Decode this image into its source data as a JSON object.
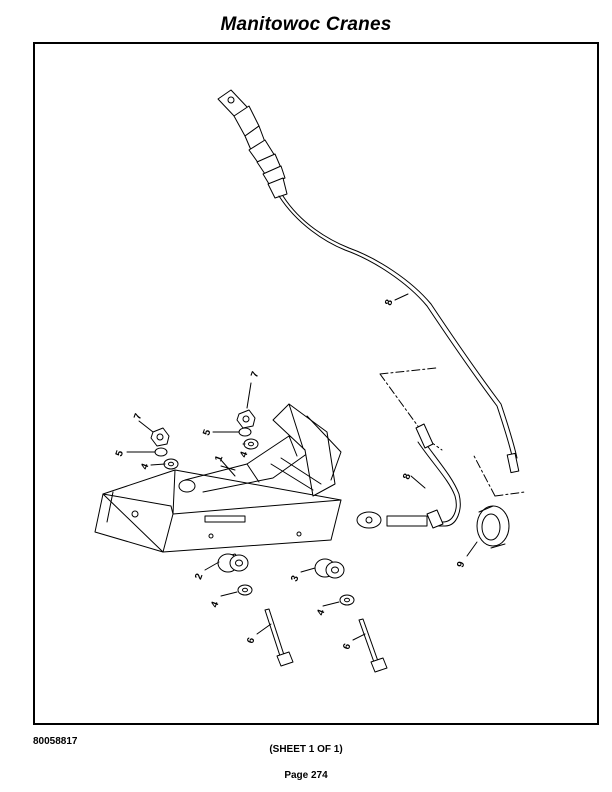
{
  "header": {
    "title": "Manitowoc Cranes"
  },
  "footer": {
    "doc_number": "80058817",
    "sheet": "(SHEET 1 OF 1)",
    "page": "Page 274"
  },
  "callouts": {
    "c1": "1",
    "c2": "2",
    "c3": "3",
    "c4a": "4",
    "c4b": "4",
    "c4c": "4",
    "c4d": "4",
    "c5a": "5",
    "c5b": "5",
    "c6a": "6",
    "c6b": "6",
    "c7a": "7",
    "c7b": "7",
    "c8a": "8",
    "c8b": "8",
    "c9": "9"
  }
}
